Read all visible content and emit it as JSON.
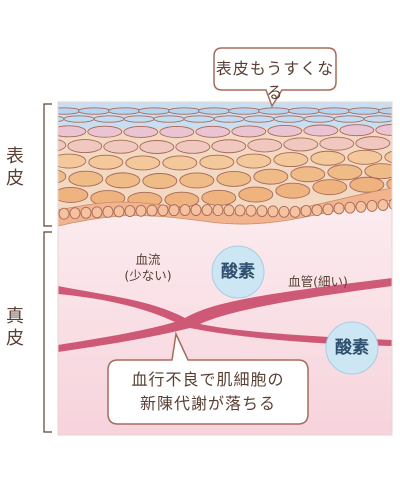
{
  "labels": {
    "epidermis": "表皮",
    "dermis": "真皮"
  },
  "callout_top": "表皮もうすくなる",
  "callout_bottom_lines": [
    "血行不良で肌細胞の",
    "新陳代謝が落ちる"
  ],
  "blood_flow": {
    "line1": "血流",
    "line2": "(少ない)"
  },
  "blood_vessel": "血管(細い)",
  "oxygen": [
    "酸素",
    "酸素"
  ],
  "colors": {
    "stroke": "#a86a5a",
    "dermis_top": "#fdf6f6",
    "dermis_bottom": "#f8d6de",
    "vessel": "#c94a6a",
    "oxygen_fill": "#cde6f3"
  }
}
